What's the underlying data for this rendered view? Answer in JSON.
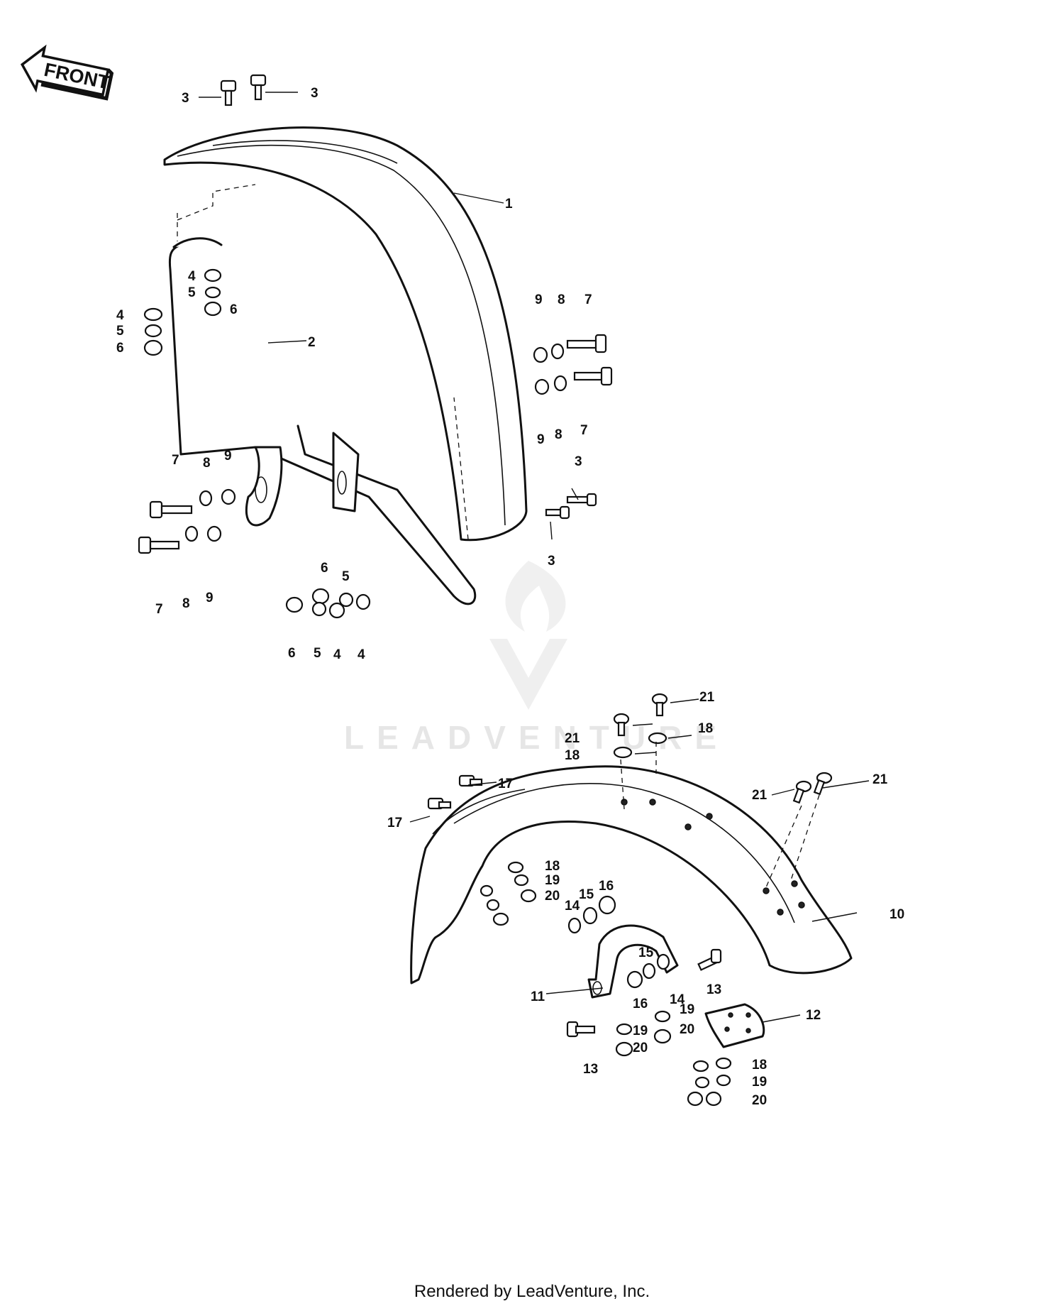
{
  "front_arrow": {
    "label": "FRONT"
  },
  "watermark": {
    "text": "LEADVENTURE"
  },
  "footer": {
    "text": "Rendered by LeadVenture, Inc."
  },
  "callouts": [
    "1",
    "2",
    "3",
    "3",
    "3",
    "3",
    "4",
    "5",
    "6",
    "4",
    "5",
    "6",
    "7",
    "8",
    "9",
    "7",
    "8",
    "9",
    "7",
    "8",
    "9",
    "7",
    "8",
    "9",
    "6",
    "5",
    "6",
    "5",
    "4",
    "4",
    "10",
    "11",
    "12",
    "13",
    "13",
    "14",
    "15",
    "16",
    "14",
    "15",
    "16",
    "17",
    "17",
    "18",
    "19",
    "20",
    "18",
    "18",
    "21",
    "21",
    "21",
    "21",
    "18",
    "19",
    "20",
    "19",
    "20",
    "19",
    "20"
  ]
}
